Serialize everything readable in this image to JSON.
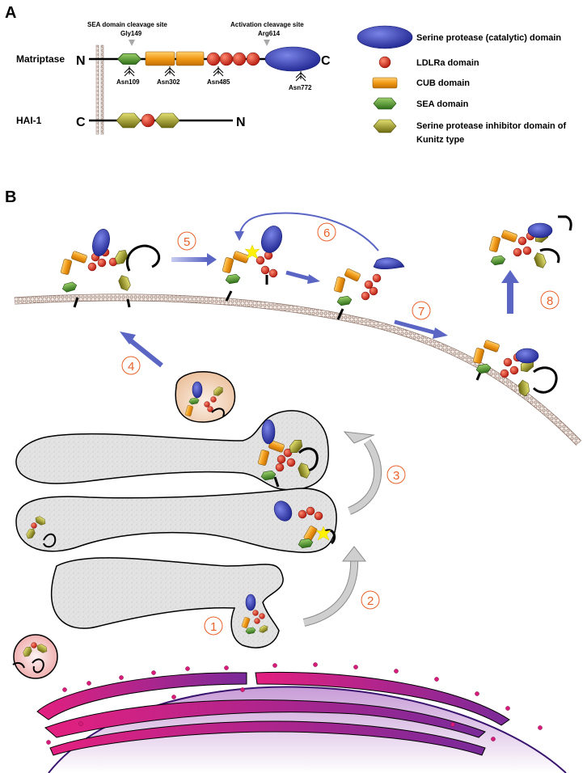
{
  "panel_a": {
    "label": "A",
    "matriptase": {
      "name": "Matriptase",
      "n_term": "N",
      "c_term": "C",
      "sea_cleavage_line1": "SEA domain cleavage site",
      "sea_cleavage_line2": "Gly149",
      "activation_line1": "Activation cleavage site",
      "activation_line2": "Arg614",
      "glycosylation_sites": [
        "Asn109",
        "Asn302",
        "Asn485",
        "Asn772"
      ]
    },
    "hai1": {
      "name": "HAI-1",
      "c_term": "C",
      "n_term": "N"
    },
    "legend": [
      {
        "key": "serine-protease",
        "text": "Serine protease (catalytic) domain",
        "color": "#2e34a6"
      },
      {
        "key": "ldlra",
        "text": "LDLRa domain",
        "color": "#d9261c"
      },
      {
        "key": "cub",
        "text": "CUB domain",
        "color": "#f0a020"
      },
      {
        "key": "sea",
        "text": "SEA domain",
        "color": "#4f9a2e"
      },
      {
        "key": "kunitz",
        "text": "Serine protease inhibitor domain of",
        "text2": "Kunitz type",
        "color": "#a6a62a"
      }
    ]
  },
  "panel_b": {
    "label": "B",
    "steps": [
      "1",
      "2",
      "3",
      "4",
      "5",
      "6",
      "7",
      "8"
    ],
    "colors": {
      "step_number": "#e8622a",
      "blue_arrow": "#6a74c8",
      "grey_arrow": "#b8b8b8",
      "er_membrane": "#e0187a",
      "nucleus": "#7a3a9a",
      "organelle_fill": "#e6e6e6"
    }
  }
}
